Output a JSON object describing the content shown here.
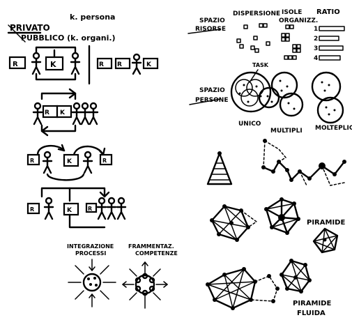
{
  "labels": {
    "privato": "PRIVATO",
    "k_persona": "k. persona",
    "pubblico": "PUBBLICO (k. organi.)",
    "spazio_risorse_1": "SPAZIO",
    "spazio_risorse_2": "RISORSE",
    "dispersione": "DISPERSIONE",
    "isole_1": "ISOLE",
    "isole_2": "ORGANIZZ.",
    "ratio": "RATIO",
    "spazio_persone_1": "SPAZIO",
    "spazio_persone_2": "PERSONE",
    "task": "TASK",
    "unico": "UNICO",
    "multipli": "MULTIPLI",
    "molteplici": "MOLTEPLICI",
    "integrazione_1": "INTEGRAZIONE",
    "integrazione_2": "PROCESSI",
    "frammentaz_1": "FRAMMENTAZ.",
    "frammentaz_2": "COMPETENZE",
    "piramide": "PIRAMIDE",
    "piramide_fluida_1": "PIRAMIDE",
    "piramide_fluida_2": "FLUIDA"
  },
  "box_letters": {
    "r": "R",
    "k": "K",
    "rk": "RK"
  },
  "ratio_numbers": [
    "1",
    "2",
    "3",
    "4"
  ]
}
